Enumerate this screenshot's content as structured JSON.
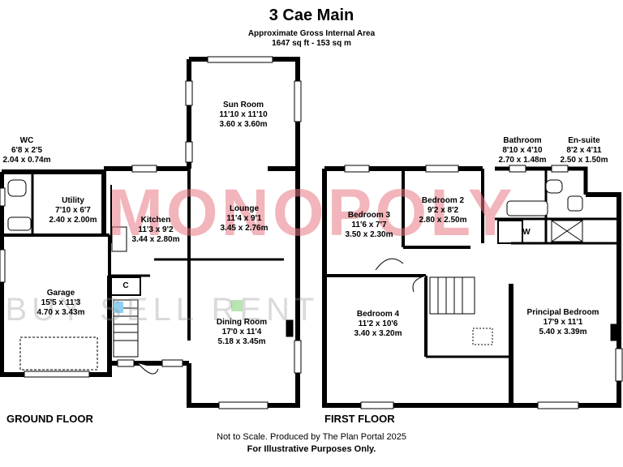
{
  "header": {
    "title": "3 Cae Main",
    "subtitle": "Approximate Gross Internal Area",
    "area": "1647 sq ft - 153 sq m"
  },
  "watermark": {
    "brand": "MONOPOLY",
    "tagline": "BUY  SELL  RENT"
  },
  "ground_floor": {
    "label": "GROUND FLOOR",
    "rooms": {
      "sun_room": {
        "name": "Sun Room",
        "imperial": "11'10 x 11'10",
        "metric": "3.60 x 3.60m"
      },
      "wc": {
        "name": "WC",
        "imperial": "6'8 x 2'5",
        "metric": "2.04 x 0.74m"
      },
      "utility": {
        "name": "Utility",
        "imperial": "7'10 x 6'7",
        "metric": "2.40 x 2.00m"
      },
      "kitchen": {
        "name": "Kitchen",
        "imperial": "11'3 x 9'2",
        "metric": "3.44 x 2.80m"
      },
      "lounge": {
        "name": "Lounge",
        "imperial": "11'4 x 9'1",
        "metric": "3.45 x 2.76m"
      },
      "garage": {
        "name": "Garage",
        "imperial": "15'5 x 11'3",
        "metric": "4.70 x 3.43m"
      },
      "dining_room": {
        "name": "Dining Room",
        "imperial": "17'0 x 11'4",
        "metric": "5.18 x 3.45m"
      },
      "cupboard": {
        "name": "C"
      }
    }
  },
  "first_floor": {
    "label": "FIRST FLOOR",
    "rooms": {
      "bathroom": {
        "name": "Bathroom",
        "imperial": "8'10 x 4'10",
        "metric": "2.70 x 1.48m"
      },
      "ensuite": {
        "name": "En-suite",
        "imperial": "8'2 x 4'11",
        "metric": "2.50 x 1.50m"
      },
      "bedroom3": {
        "name": "Bedroom 3",
        "imperial": "11'6 x 7'7",
        "metric": "3.50 x 2.30m"
      },
      "bedroom2": {
        "name": "Bedroom 2",
        "imperial": "9'2 x 8'2",
        "metric": "2.80 x 2.50m"
      },
      "bedroom4": {
        "name": "Bedroom 4",
        "imperial": "11'2 x 10'6",
        "metric": "3.40 x 3.20m"
      },
      "principal": {
        "name": "Principal Bedroom",
        "imperial": "17'9 x 11'1",
        "metric": "5.40 x 3.39m"
      },
      "wardrobe": {
        "name": "W"
      }
    }
  },
  "footer": {
    "line1": "Not to Scale. Produced by The Plan Portal 2025",
    "line2": "For Illustrative Purposes Only."
  },
  "colors": {
    "wall": "#000000",
    "watermark": "#e87884",
    "window": "#ffffff"
  }
}
